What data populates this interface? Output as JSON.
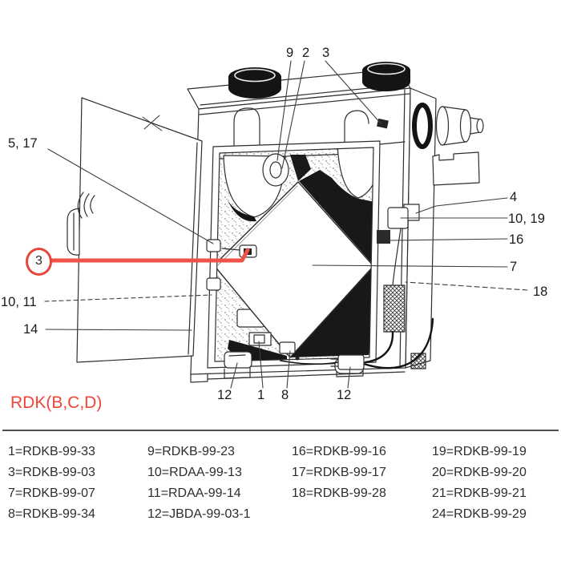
{
  "diagram": {
    "model_label": "RDK(B,C,D)",
    "highlight_color": "#ee4f43",
    "line_color": "#2e2e2e",
    "callouts": {
      "c9": "9",
      "c2": "2",
      "c3_top": "3",
      "c5_17": "5, 17",
      "c3_circled": "3",
      "c10_11": "10, 11",
      "c14": "14",
      "c4": "4",
      "c10_19": "10, 19",
      "c16": "16",
      "c7": "7",
      "c18": "18",
      "c12_left": "12",
      "c1": "1",
      "c8": "8",
      "c12_right": "12"
    }
  },
  "parts_table": {
    "col1": [
      "1=RDKB-99-33",
      "3=RDKB-99-03",
      "7=RDKB-99-07",
      "8=RDKB-99-34"
    ],
    "col2": [
      "9=RDKB-99-23",
      "10=RDAA-99-13",
      "11=RDAA-99-14",
      "12=JBDA-99-03-1"
    ],
    "col3": [
      "16=RDKB-99-16",
      "17=RDKB-99-17",
      "18=RDKB-99-28",
      ""
    ],
    "col4": [
      "19=RDKB-99-19",
      "20=RDKB-99-20",
      "21=RDKB-99-21",
      "24=RDKB-99-29"
    ]
  }
}
